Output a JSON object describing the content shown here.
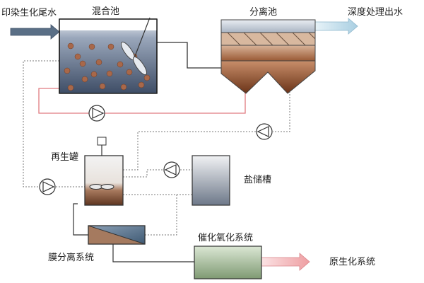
{
  "labels": {
    "influent": "印染生化尾水",
    "mixing_tank": "混合池",
    "separation_tank": "分离池",
    "deep_treatment": "深度处理出水",
    "regeneration_tank": "再生罐",
    "brine_tank": "盐储槽",
    "membrane_system": "膜分离系统",
    "catalytic_oxidation": "催化氧化系统",
    "biochem_system": "原生化系统"
  },
  "colors": {
    "red_line": "#e07b80",
    "grey_line": "#7a7a7a",
    "dark_line": "#333333",
    "inflow_arrow": "#5a6f86",
    "outflow_arrow": "#b9d8e8",
    "pink_arrow": "#f0a4a8"
  }
}
